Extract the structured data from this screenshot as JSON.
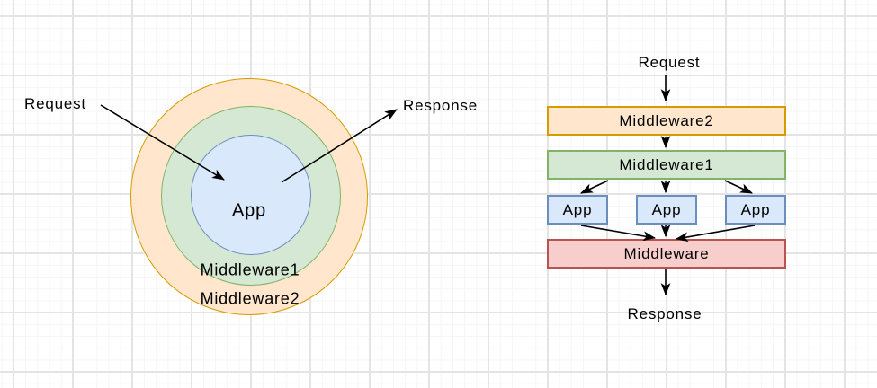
{
  "canvas": {
    "background": "#ffffff",
    "grid_minor_color": "#f5f5f5",
    "grid_major_color": "#e4e4e4"
  },
  "palette": {
    "orange_fill": "#ffe6cc",
    "orange_stroke": "#d79b00",
    "green_fill": "#d5e8d4",
    "green_stroke": "#82b366",
    "blue_fill": "#dae8fc",
    "blue_stroke": "#6c8ebf",
    "red_fill": "#f8cecc",
    "red_stroke": "#b85450",
    "arrow_color": "#000000",
    "text_color": "#000000"
  },
  "left_diagram": {
    "request_label": "Request",
    "response_label": "Response",
    "app_label": "App",
    "middleware1_label": "Middleware1",
    "middleware2_label": "Middleware2"
  },
  "right_diagram": {
    "request_label": "Request",
    "middleware2_label": "Middleware2",
    "middleware1_label": "Middleware1",
    "app_labels": [
      "App",
      "App",
      "App"
    ],
    "middleware_label": "Middleware",
    "response_label": "Response"
  }
}
